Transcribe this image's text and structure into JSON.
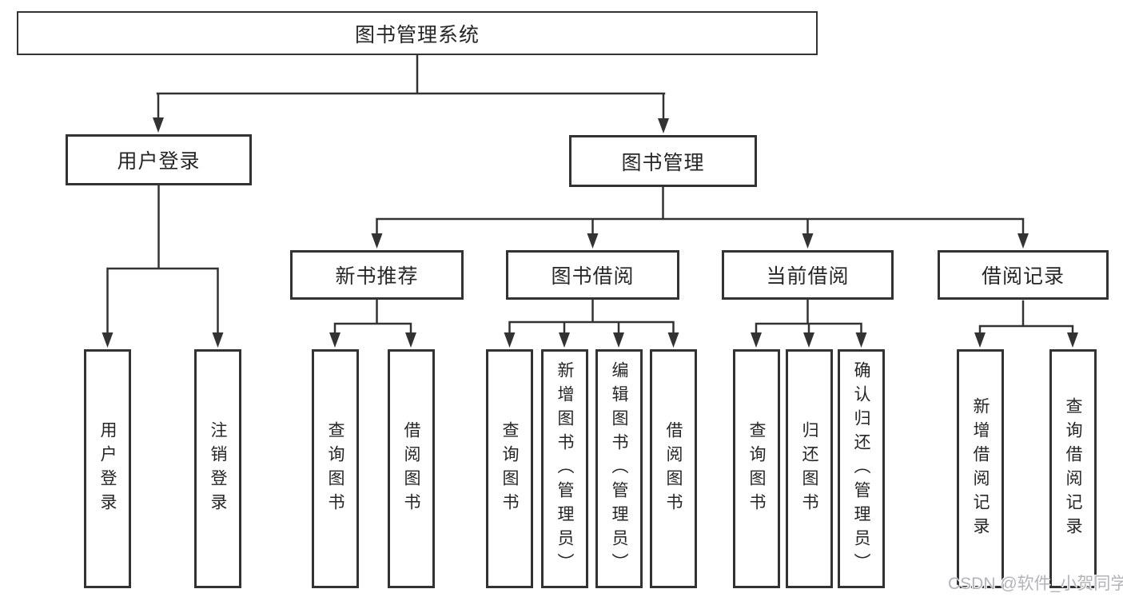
{
  "title": "图书管理系统",
  "branches": {
    "login": {
      "label": "用户登录",
      "leaves": [
        "用户登录",
        "注销登录"
      ]
    },
    "mgmt": {
      "label": "图书管理"
    }
  },
  "modules": [
    {
      "label": "新书推荐",
      "leaves": [
        "查询图书",
        "借阅图书"
      ]
    },
    {
      "label": "图书借阅",
      "leaves": [
        "查询图书",
        "新增图书（管理员）",
        "编辑图书（管理员）",
        "借阅图书"
      ]
    },
    {
      "label": "当前借阅",
      "leaves": [
        "查询图书",
        "归还图书",
        "确认归还（管理员）"
      ]
    },
    {
      "label": "借阅记录",
      "leaves": [
        "新增借阅记录",
        "查询借阅记录"
      ]
    }
  ],
  "watermark": "CSDN @软件_小贺同学",
  "colors": {
    "line": "#333333",
    "text": "#262626",
    "watermark": "#b4b4b8"
  }
}
